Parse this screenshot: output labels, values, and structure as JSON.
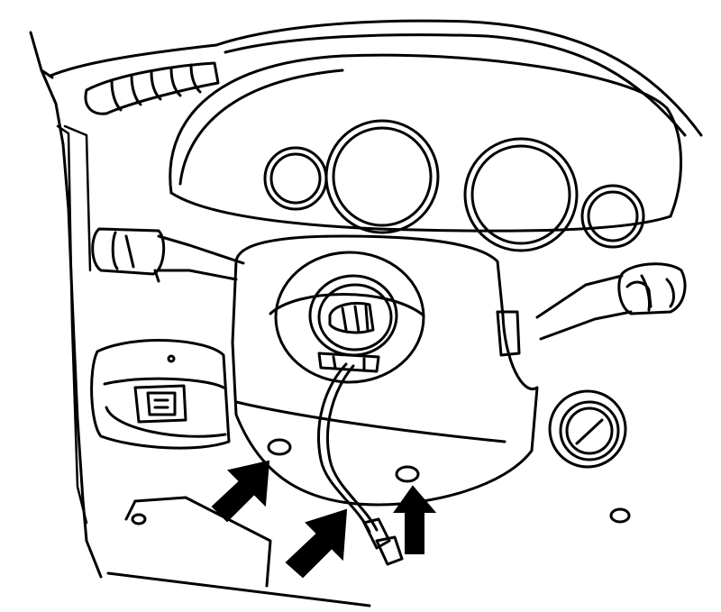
{
  "diagram": {
    "labels": [],
    "colors": {
      "line": "#000000",
      "background": "#ffffff",
      "arrow": "#000000"
    },
    "icons": [
      "steering-column-assembly",
      "instrument-cluster",
      "airbag-clock-spring",
      "callout-arrow"
    ]
  }
}
